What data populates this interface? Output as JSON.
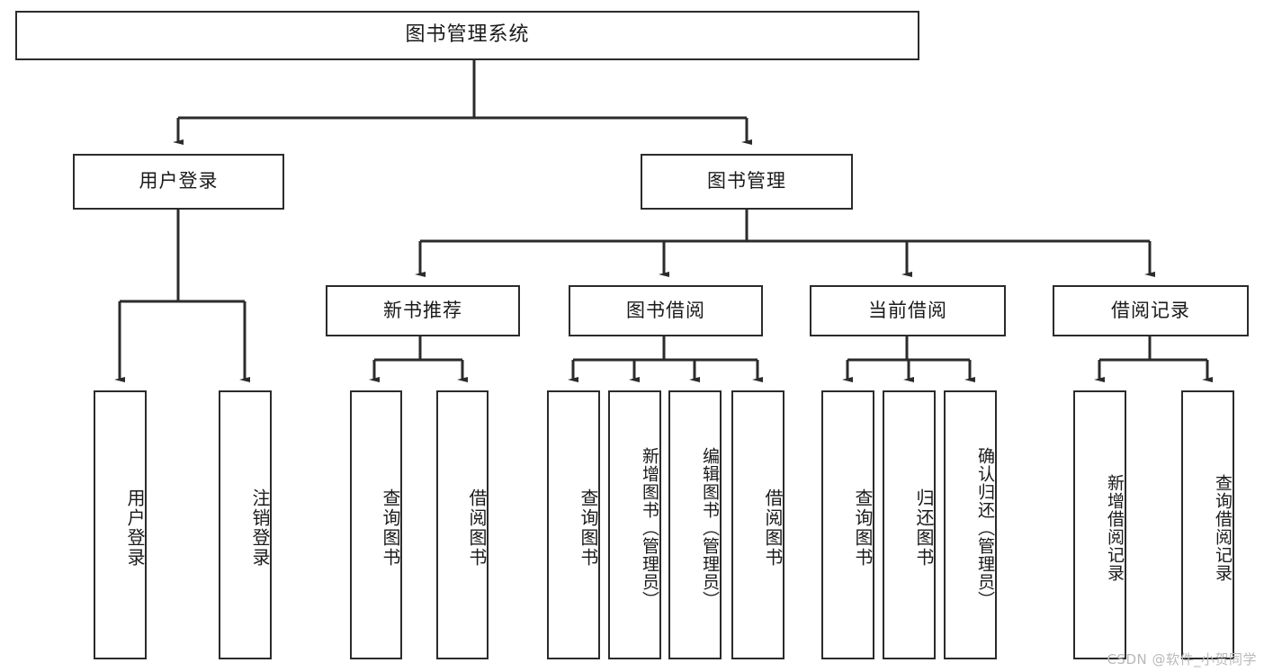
{
  "diagram": {
    "type": "tree-hierarchy",
    "title_node": {
      "label": "图书管理系统"
    },
    "level2": [
      {
        "id": "user-login",
        "label": "用户登录"
      },
      {
        "id": "book-manage",
        "label": "图书管理"
      }
    ],
    "level3": [
      {
        "id": "new-book-recommend",
        "label": "新书推荐"
      },
      {
        "id": "book-borrow",
        "label": "图书借阅"
      },
      {
        "id": "current-borrow",
        "label": "当前借阅"
      },
      {
        "id": "borrow-record",
        "label": "借阅记录"
      }
    ],
    "leaves": {
      "user_login": [
        {
          "id": "leaf-user-login",
          "label": "用户登录"
        },
        {
          "id": "leaf-logout-login",
          "label": "注销登录"
        }
      ],
      "new_book_recommend": [
        {
          "id": "leaf-query-book-1",
          "label": "查询图书"
        },
        {
          "id": "leaf-borrow-book-1",
          "label": "借阅图书"
        }
      ],
      "book_borrow": [
        {
          "id": "leaf-query-book-2",
          "label": "查询图书"
        },
        {
          "id": "leaf-add-book-admin",
          "label": "新增图书（管理员）"
        },
        {
          "id": "leaf-edit-book-admin",
          "label": "编辑图书（管理员）"
        },
        {
          "id": "leaf-borrow-book-2",
          "label": "借阅图书"
        }
      ],
      "current_borrow": [
        {
          "id": "leaf-query-book-3",
          "label": "查询图书"
        },
        {
          "id": "leaf-return-book",
          "label": "归还图书"
        },
        {
          "id": "leaf-confirm-return-admin",
          "label": "确认归还（管理员）"
        }
      ],
      "borrow_record": [
        {
          "id": "leaf-add-borrow-record",
          "label": "新增借阅记录"
        },
        {
          "id": "leaf-query-borrow-record",
          "label": "查询借阅记录"
        }
      ]
    },
    "colors": {
      "stroke": "#2b2b2b",
      "fill": "#ffffff",
      "text": "#1a1a1a",
      "watermark": "#b9b9b9"
    }
  },
  "watermark": {
    "text": "CSDN @软件_小贺同学"
  }
}
